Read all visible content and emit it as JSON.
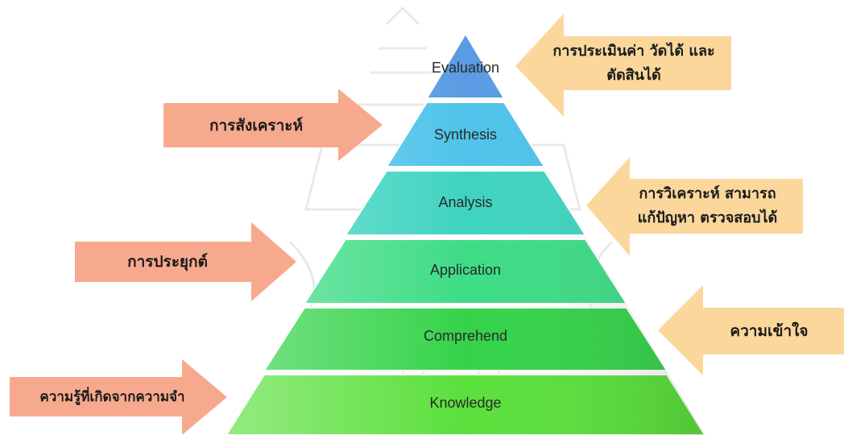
{
  "pyramid": {
    "levels": [
      {
        "label": "Evaluation",
        "color": "#5a9be3"
      },
      {
        "label": "Synthesis",
        "color": "#4fc3ea"
      },
      {
        "label": "Analysis",
        "color": "#3fd4c0"
      },
      {
        "label": "Application",
        "color": "#3edc86"
      },
      {
        "label": "Comprehend",
        "color": "#35d34a"
      },
      {
        "label": "Knowledge",
        "color": "#5be03c"
      }
    ]
  },
  "arrows": {
    "evaluation": {
      "lines": [
        "การประเมินค่า วัดได้ และ",
        "ตัดสินได้"
      ],
      "color": "#fbd79c"
    },
    "synthesis": {
      "lines": [
        "การสังเคราะห์"
      ],
      "color": "#f7a98e"
    },
    "analysis": {
      "lines": [
        "การวิเคราะห์ สามารถ",
        "แก้ปัญหา ตรวจสอบได้"
      ],
      "color": "#fbd79c"
    },
    "application": {
      "lines": [
        "การประยุกต์"
      ],
      "color": "#f7a98e"
    },
    "comprehend": {
      "lines": [
        "ความเข้าใจ"
      ],
      "color": "#fbd79c"
    },
    "knowledge": {
      "lines": [
        "ความรู้ที่เกิดจากความจำ"
      ],
      "color": "#f7a98e"
    }
  }
}
